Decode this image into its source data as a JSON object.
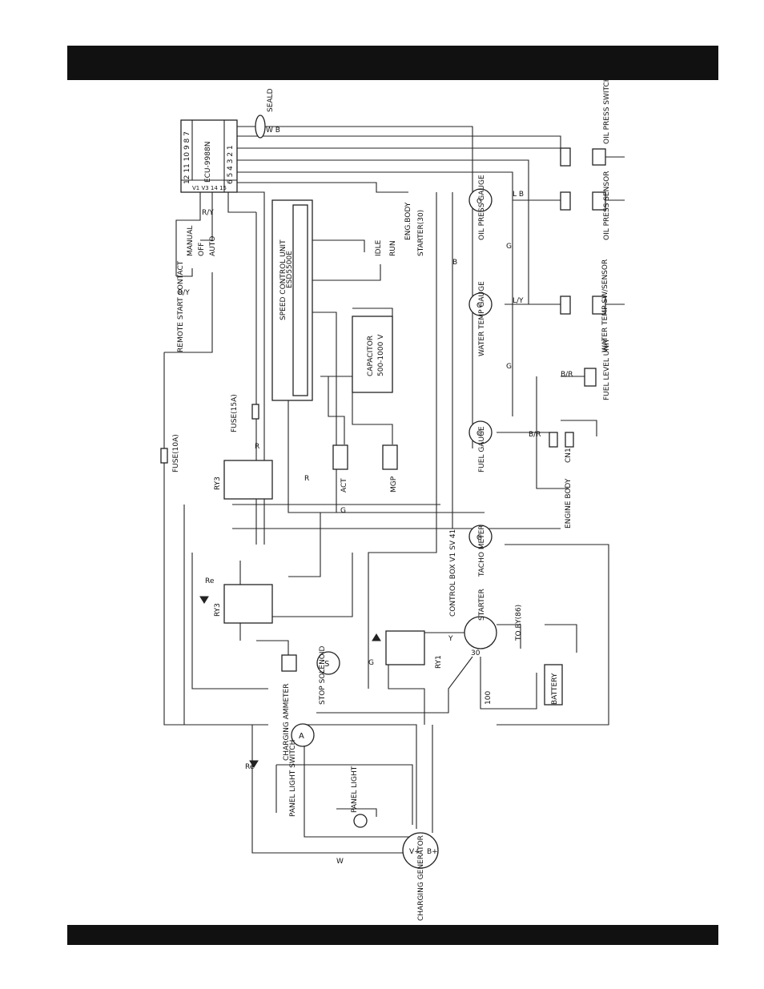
{
  "header": {
    "title": ""
  },
  "footer": {
    "text": ""
  },
  "diagram": {
    "labels": {
      "ecu": "ECU-9988N",
      "ecu_pins_top": "12 11 10 9 8 7",
      "ecu_pins_mid": "6 5 4 3 2 1",
      "ecu_pins_bot": "V1 V3 14 15",
      "sealed": "SEALD",
      "oil_press_switch": "OIL PRESS SWITCH",
      "oil_press_sensor": "OIL PRESS SENSOR",
      "water_temp_sensor": "WATER TEMP SW/SENSOR",
      "oil_press_gauge": "OIL PRESS GAUGE",
      "water_temp_gauge": "WATER TEMP GAUGE",
      "fuel_gauge": "FUEL GAUGE",
      "fuel_level_unit": "FUEL LEVEL UNIT",
      "tacho_meter": "TACHO METER",
      "engine_body_1": "ENG.BODY",
      "engine_body_2": "ENGINE BODY",
      "starter_30": "STARTER(30)",
      "speed_control": "SPEED CONTROL UNIT",
      "speed_control_model": "ESD5500E",
      "idle": "IDLE",
      "run": "RUN",
      "capacitor": "CAPACITOR",
      "capacitor_value": "500-1000 V",
      "act": "ACT",
      "mgp": "MGP",
      "manual": "MANUAL",
      "off": "OFF",
      "auto": "AUTO",
      "remote_start": "REMOTE START CONTACT",
      "fuse_15a": "FUSE(15A)",
      "fuse_10a": "FUSE(10A)",
      "ry3_top": "RY3",
      "ry3_bot": "RY3",
      "ry1": "RY1",
      "stop_solenoid": "STOP SOLENOID",
      "control_box": "CONTROL BOX V1 SV 41",
      "starter": "STARTER",
      "to_ry": "TO RY(86)",
      "battery": "BATTERY",
      "charging_ammeter": "CHARGING AMMETER",
      "panel_light_switch": "PANEL LIGHT SWITCH",
      "panel_light": "PANEL LIGHT",
      "charging_generator": "CHARGING GENERATOR",
      "cn1": "CN1",
      "w_b": "W B",
      "l_b": "L B",
      "l_y": "L/Y",
      "r_y": "R/Y",
      "b_r": "B/R",
      "r": "R",
      "g": "G",
      "b": "B",
      "y": "Y",
      "re": "Re",
      "w": "W",
      "v_pos": "V+",
      "b_pos": "B+",
      "hundred": "100",
      "thirty": "30"
    }
  }
}
